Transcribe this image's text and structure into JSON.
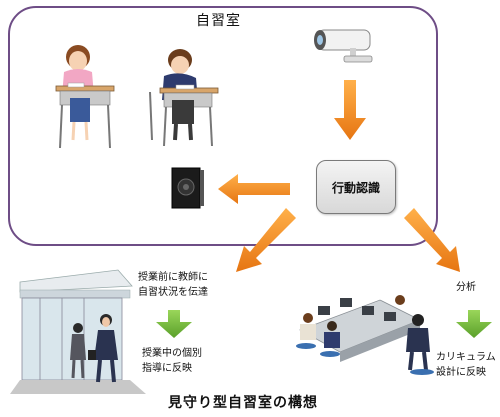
{
  "room": {
    "title": "自習室"
  },
  "process": {
    "label": "行動認識"
  },
  "school": {
    "upper_text_line1": "授業前に教師に",
    "upper_text_line2": "自習状況を伝達",
    "lower_text_line1": "授業中の個別",
    "lower_text_line2": "指導に反映"
  },
  "office": {
    "upper_text": "分析",
    "lower_text_line1": "カリキュラム",
    "lower_text_line2": "設計に反映"
  },
  "caption": {
    "text": "見守り型自習室の構想"
  },
  "colors": {
    "room_border": "#6e4d86",
    "arrow_orange": "#f28c1e",
    "arrow_green": "#7bbf3a"
  }
}
